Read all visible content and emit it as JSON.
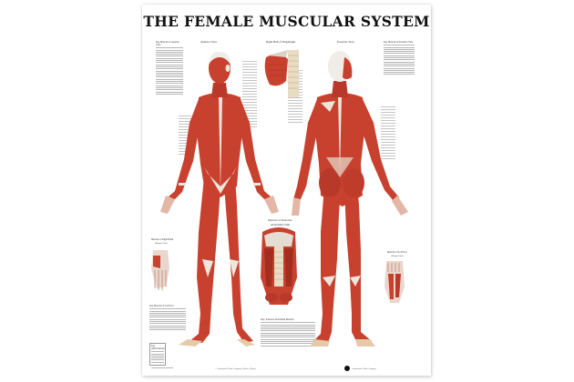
{
  "poster": {
    "title": "THE FEMALE MUSCULAR SYSTEM",
    "panels": {
      "anterior": "Anterior View",
      "diaphragm": "Right Half of Diaphragm",
      "posterior": "Posterior View",
      "abdominal_line1": "Muscles of Posterior",
      "abdominal_line2": "Abdominal Wall",
      "hand_line1": "Muscles of Right Hand",
      "hand_line2": "(Palmar View)",
      "foot_line1": "Muscles of Left Foot",
      "foot_line2": "(Plantar View)"
    },
    "keys": {
      "anterior_key": "Key Muscles of Anterior View",
      "posterior_key": "Key Muscles of Posterior View",
      "foot_key": "Key Muscles of Left Foot",
      "abdominal_key": "Key: Posterior Abdominal Muscles",
      "abbreviations": "Key Abbreviations"
    },
    "footer": {
      "copyright": "© Anatomical Chart Company, Skokie, Illinois",
      "publisher": "Anatomical Chart Company"
    },
    "colors": {
      "muscle": "#c8402e",
      "muscle_dark": "#a22e20",
      "tendon": "#eee6dc",
      "bone": "#e8dcc4",
      "title": "#111111"
    }
  }
}
